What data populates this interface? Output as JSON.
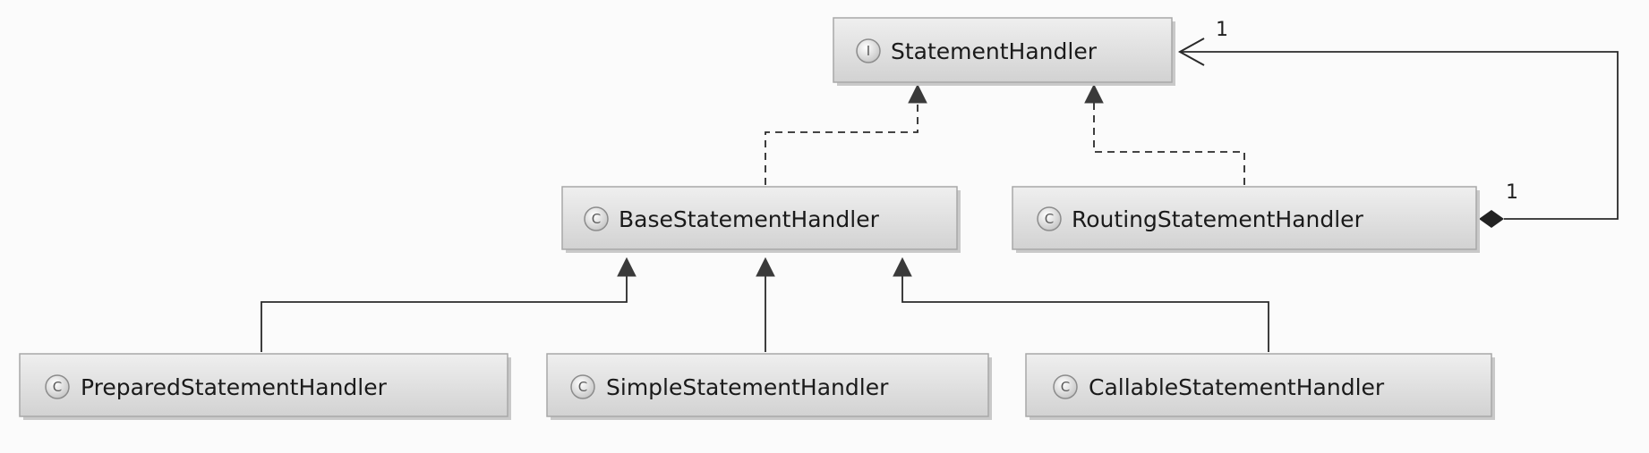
{
  "classes": {
    "statement_handler": {
      "name": "StatementHandler",
      "badge": "I",
      "kind": "interface"
    },
    "base_statement_handler": {
      "name": "BaseStatementHandler",
      "badge": "C",
      "kind": "class"
    },
    "routing_statement_handler": {
      "name": "RoutingStatementHandler",
      "badge": "C",
      "kind": "class"
    },
    "prepared_statement_handler": {
      "name": "PreparedStatementHandler",
      "badge": "C",
      "kind": "class"
    },
    "simple_statement_handler": {
      "name": "SimpleStatementHandler",
      "badge": "C",
      "kind": "class"
    },
    "callable_statement_handler": {
      "name": "CallableStatementHandler",
      "badge": "C",
      "kind": "class"
    }
  },
  "associations": {
    "routing_delegate": {
      "from_multiplicity": "1",
      "to_multiplicity": "1"
    }
  },
  "colors": {
    "box_fill_top": "#ececec",
    "box_fill_bottom": "#d4d4d4",
    "box_border": "#a8a8a8",
    "line": "#2a2a2a"
  }
}
